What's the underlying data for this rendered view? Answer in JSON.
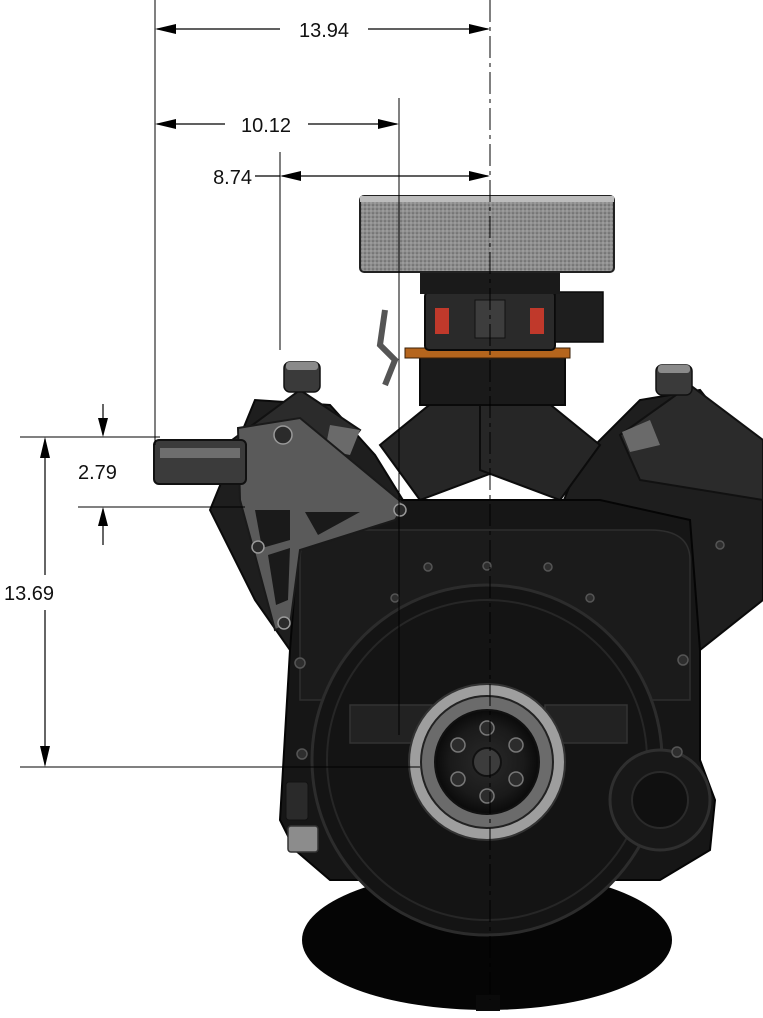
{
  "drawing": {
    "subject": "engine-front-view",
    "colors": {
      "background": "#ffffff",
      "engine_body": "#1c1c1c",
      "engine_dark": "#0d0d0d",
      "engine_highlight": "#3a3a3a",
      "bracket": "#555555",
      "air_filter": "#8a8a8a",
      "carb_accent": "#c0392b",
      "gasket": "#b5651d",
      "dimension_lines": "#000000"
    },
    "dimensions": {
      "width_overall": "13.94",
      "width_mid": "10.12",
      "width_inner": "8.74",
      "height_bracket": "2.79",
      "height_overall": "13.69"
    }
  }
}
